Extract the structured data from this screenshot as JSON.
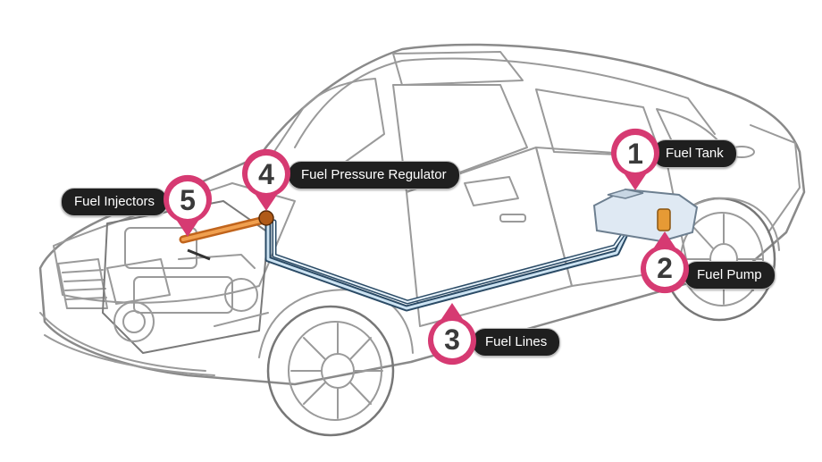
{
  "accent_color": "#d63a72",
  "callouts": [
    {
      "number": "1",
      "label": "Fuel Tank"
    },
    {
      "number": "2",
      "label": "Fuel Pump"
    },
    {
      "number": "3",
      "label": "Fuel Lines"
    },
    {
      "number": "4",
      "label": "Fuel Pressure Regulator"
    },
    {
      "number": "5",
      "label": "Fuel Injectors"
    }
  ]
}
